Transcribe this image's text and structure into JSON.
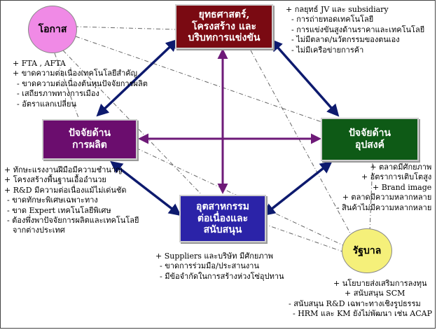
{
  "nodes": {
    "strategy": {
      "line1": "ยุทธศาสตร์,",
      "line2": "โครงสร้าง และ",
      "line3": "บริบทการแข่งขัน",
      "color": "#7a0a12"
    },
    "factor": {
      "line1": "ปัจจัยด้าน",
      "line2": "การผลิต",
      "color": "#6b0d6e"
    },
    "demand": {
      "line1": "ปัจจัยด้าน",
      "line2": "อุปสงค์",
      "color": "#0e5a16"
    },
    "related": {
      "line1": "อุตสาหกรรม",
      "line2": "ต่อเนื่องและ",
      "line3": "สนับสนุน",
      "color": "#2b23a8"
    },
    "opportunity": {
      "label": "โอกาส",
      "color": "#f08ae6"
    },
    "government": {
      "label": "รัฐบาล",
      "color": "#f5f07a"
    }
  },
  "colors": {
    "arrow_navy": "#0d1a6e",
    "arrow_purple": "#6e1a78",
    "dash": "#666666"
  },
  "notes": {
    "strategy": [
      "+ กลยุทธ์ JV และ subsidiary",
      "- การถ่ายทอดเทคโนโลยี",
      "- การแข่งขันสูงด้านราคาและเทคโนโลยี",
      "- ไม่มีตลาด/นวัตกรรมของตนเอง",
      "- ไม่มีเครือข่ายการค้า"
    ],
    "opportunity": [
      "+ FTA , AFTA",
      "+ ขาดความต่อเนื่องเทคโนโลยีสำคัญ",
      "- ขาดความต่อเนื่องต้นทุนปัจจัยการผลิต",
      "- เสถียรภาพทางการเมือง",
      "- อัตราแลกเปลี่ยน"
    ],
    "factor": [
      "+ ทักษะแรงงานฝีมือมีความชำนาญ",
      "+ โครงสร้างพื้นฐานเอื้ออำนวย",
      "+ R&D มีความต่อเนื่องแม้ไม่เด่นชัด",
      "- ขาดทักษะพิเศษเฉพาะทาง",
      "- ขาด Expert เทคโนโลยีพิเศษ",
      "- ต้องพึ่งพาปัจจัยการผลิตและเทคโนโลยี",
      "จากต่างประเทศ"
    ],
    "demand": [
      "+ ตลาดมีศักยภาพ",
      "+ อัตราการเติบโตสูง",
      "+ Brand image",
      "+ ตลาดมีความหลากหลาย",
      "- สินค้าไม่มีความหลากหลาย"
    ],
    "related": [
      "+ Suppliers และบริษัท มีศักยภาพ",
      "- ขาดการร่วมมือ/ประสานงาน",
      "- มีข้อจำกัดในการสร้างห่วงโซ่อุปทาน"
    ],
    "government": [
      "+ นโยบายส่งเสริมการลงทุน",
      "+ สนับสนุน SCM",
      "- สนับสนุน R&D เฉพาะทางเชิงรูปธรรม",
      "- HRM และ KM ยังไม่พัฒนา เช่น ACAP"
    ]
  }
}
